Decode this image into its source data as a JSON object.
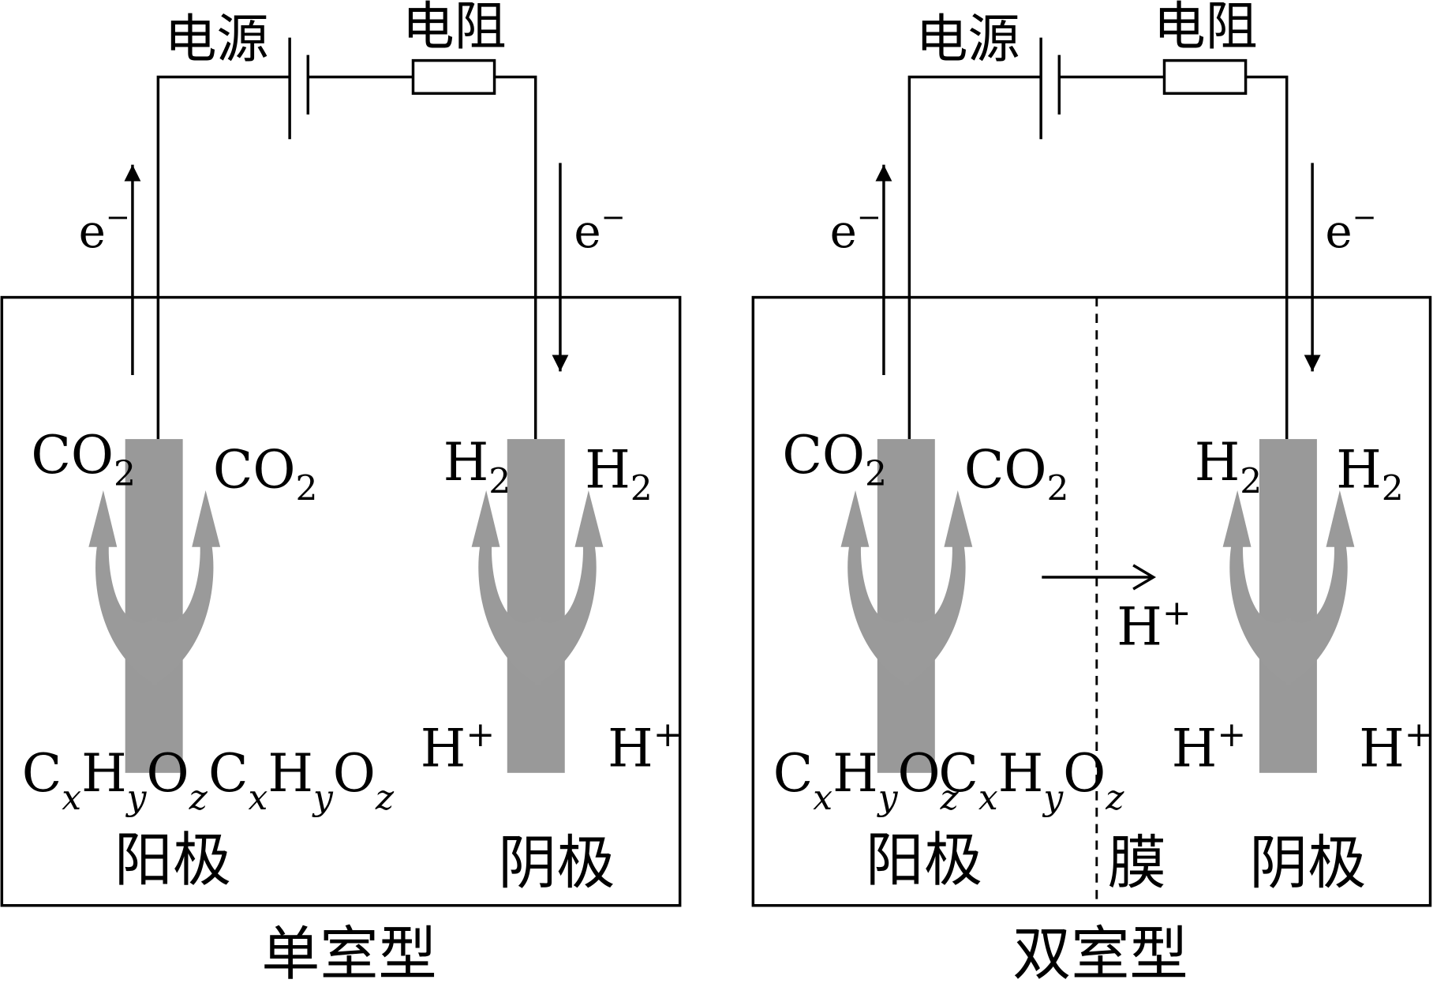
{
  "colors": {
    "electrode": "#999999",
    "flow_arrow": "#9a9a9a",
    "line": "#000000"
  },
  "icons": [
    "battery-icon",
    "resistor-icon",
    "electron-arrow-icon",
    "flow-arrow-icon"
  ],
  "panels": [
    {
      "power_label": "电源",
      "resistor_label": "电阻",
      "electron": "e",
      "electron_charge": "−",
      "anode": {
        "label": "阳极",
        "product": "CO",
        "product_sub": "2"
      },
      "cathode": {
        "label": "阴极",
        "product": "H",
        "product_sub": "2",
        "reactant": "H",
        "reactant_sup": "+"
      },
      "substrate": {
        "c": "C",
        "c_sub": "x",
        "h": "H",
        "h_sub": "y",
        "o": "O",
        "o_sub": "z"
      },
      "caption": "单室型"
    },
    {
      "power_label": "电源",
      "resistor_label": "电阻",
      "electron": "e",
      "electron_charge": "−",
      "anode": {
        "label": "阳极",
        "product": "CO",
        "product_sub": "2"
      },
      "cathode": {
        "label": "阴极",
        "product": "H",
        "product_sub": "2",
        "reactant": "H",
        "reactant_sup": "+"
      },
      "substrate": {
        "c": "C",
        "c_sub": "x",
        "h": "H",
        "h_sub": "y",
        "o": "O",
        "o_sub": "z"
      },
      "membrane": {
        "label": "膜",
        "ion": "H",
        "ion_sup": "+"
      },
      "caption": "双室型"
    }
  ]
}
